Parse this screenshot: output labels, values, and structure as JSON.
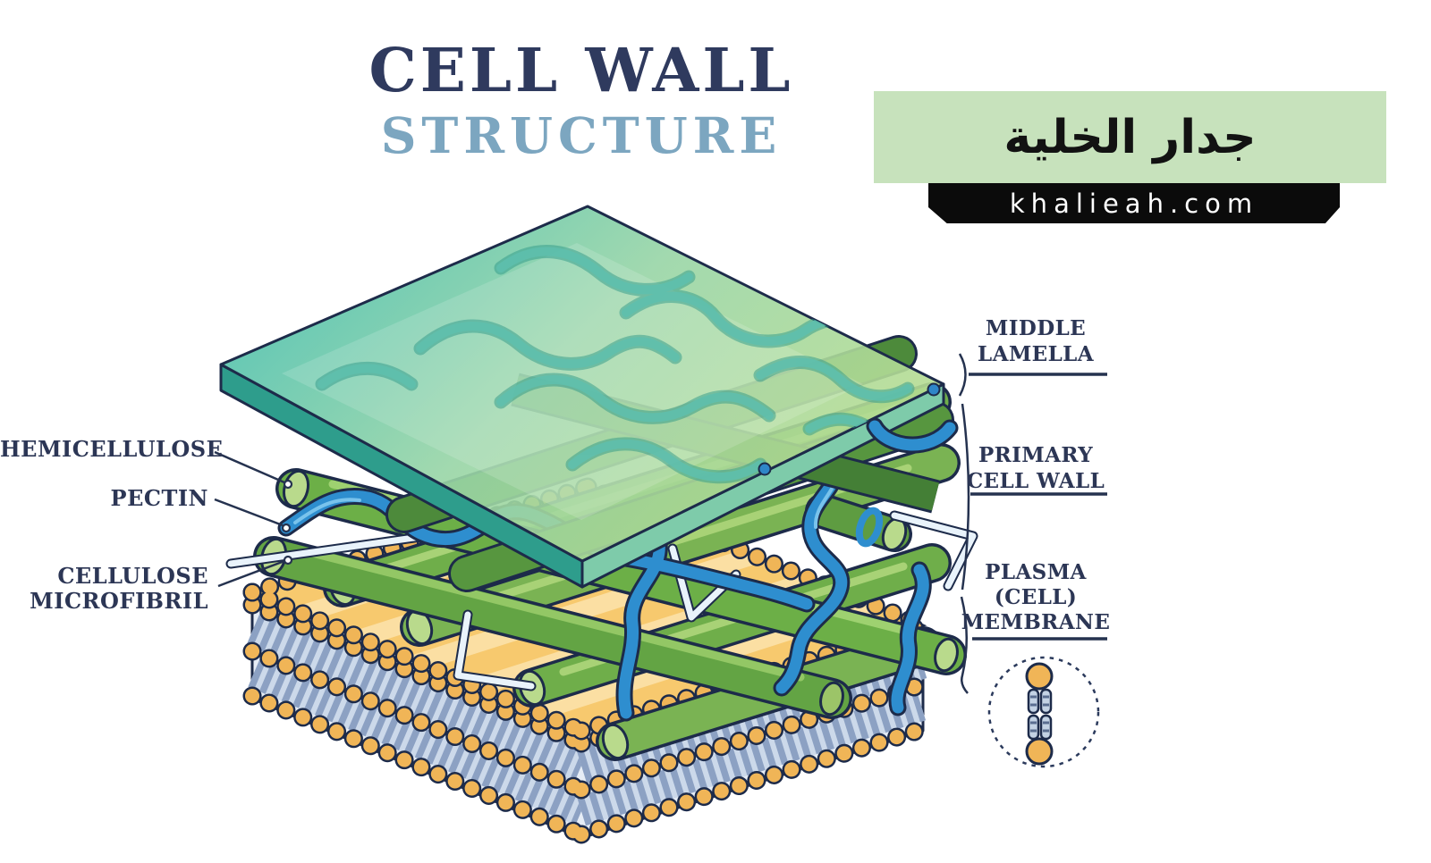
{
  "title": {
    "main": "CELL WALL",
    "sub": "STRUCTURE"
  },
  "banner": {
    "arabic_title": "جدار الخلية",
    "website": "khalieah.com"
  },
  "diagram_labels": {
    "left": [
      {
        "id": "hemicellulose",
        "text": "HEMICELLULOSE"
      },
      {
        "id": "pectin",
        "text": "PECTIN"
      },
      {
        "id": "cellulose-microfibril",
        "line1": "CELLULOSE",
        "line2": "MICROFIBRIL"
      }
    ],
    "right": [
      {
        "id": "middle-lamella",
        "line1": "MIDDLE",
        "line2": "LAMELLA"
      },
      {
        "id": "primary-cell-wall",
        "line1": "PRIMARY",
        "line2": "CELL WALL"
      },
      {
        "id": "plasma-cell-membrane",
        "line1": "PLASMA",
        "line2": "(CELL)",
        "line3": "MEMBRANE"
      }
    ]
  },
  "icons": {
    "phospholipid_icon": "dashed-circle-with-phospholipid-bilayer-unit"
  },
  "colors": {
    "title_navy": "#2f3a5e",
    "subtitle_blue": "#7ca6c0",
    "label_navy": "#2c3655",
    "banner_green": "#c7e2bc",
    "banner_black": "#0b0b0b",
    "outline_navy": "#1d2b4a",
    "slab_teal": "#49bfae",
    "slab_green": "#bdde8e",
    "slab_side_teal": "#2e9d8c",
    "rod_green": "#6fae4a",
    "rod_dark_green": "#4d8a3b",
    "rod_cap_green": "#b9da8c",
    "pectin_blue": "#2e8ecf",
    "hemicellulose_light": "#e9f3fb",
    "lipid_head_yellow": "#f0b557",
    "membrane_face_yellow": "#f7c96e",
    "membrane_stripe": "#fbdfa3",
    "lipid_tail_fill": "#c3d2e4",
    "lipid_tail_stripe": "#8ca1c3"
  }
}
